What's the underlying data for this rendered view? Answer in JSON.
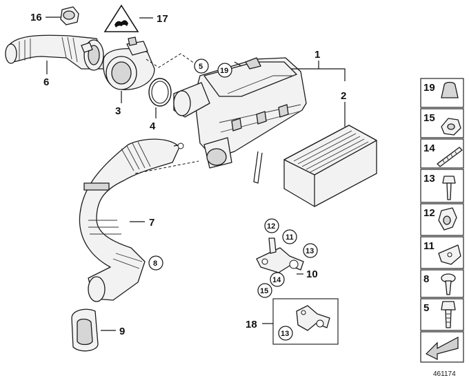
{
  "callouts": {
    "c1": "1",
    "c2": "2",
    "c3": "3",
    "c4": "4",
    "c5": "5",
    "c6": "6",
    "c7": "7",
    "c8": "8",
    "c9": "9",
    "c10": "10",
    "c11": "11",
    "c12": "12",
    "c13": "13",
    "c14": "14",
    "c15": "15",
    "c16": "16",
    "c17": "17",
    "c18": "18",
    "c19": "19",
    "c13b": "13"
  },
  "legend": [
    "19",
    "15",
    "14",
    "13",
    "12",
    "11",
    "8",
    "5"
  ],
  "diagram_id": "461174",
  "icons": {
    "warning": "warning-triangle-icon",
    "arrow": "direction-arrow-icon"
  }
}
